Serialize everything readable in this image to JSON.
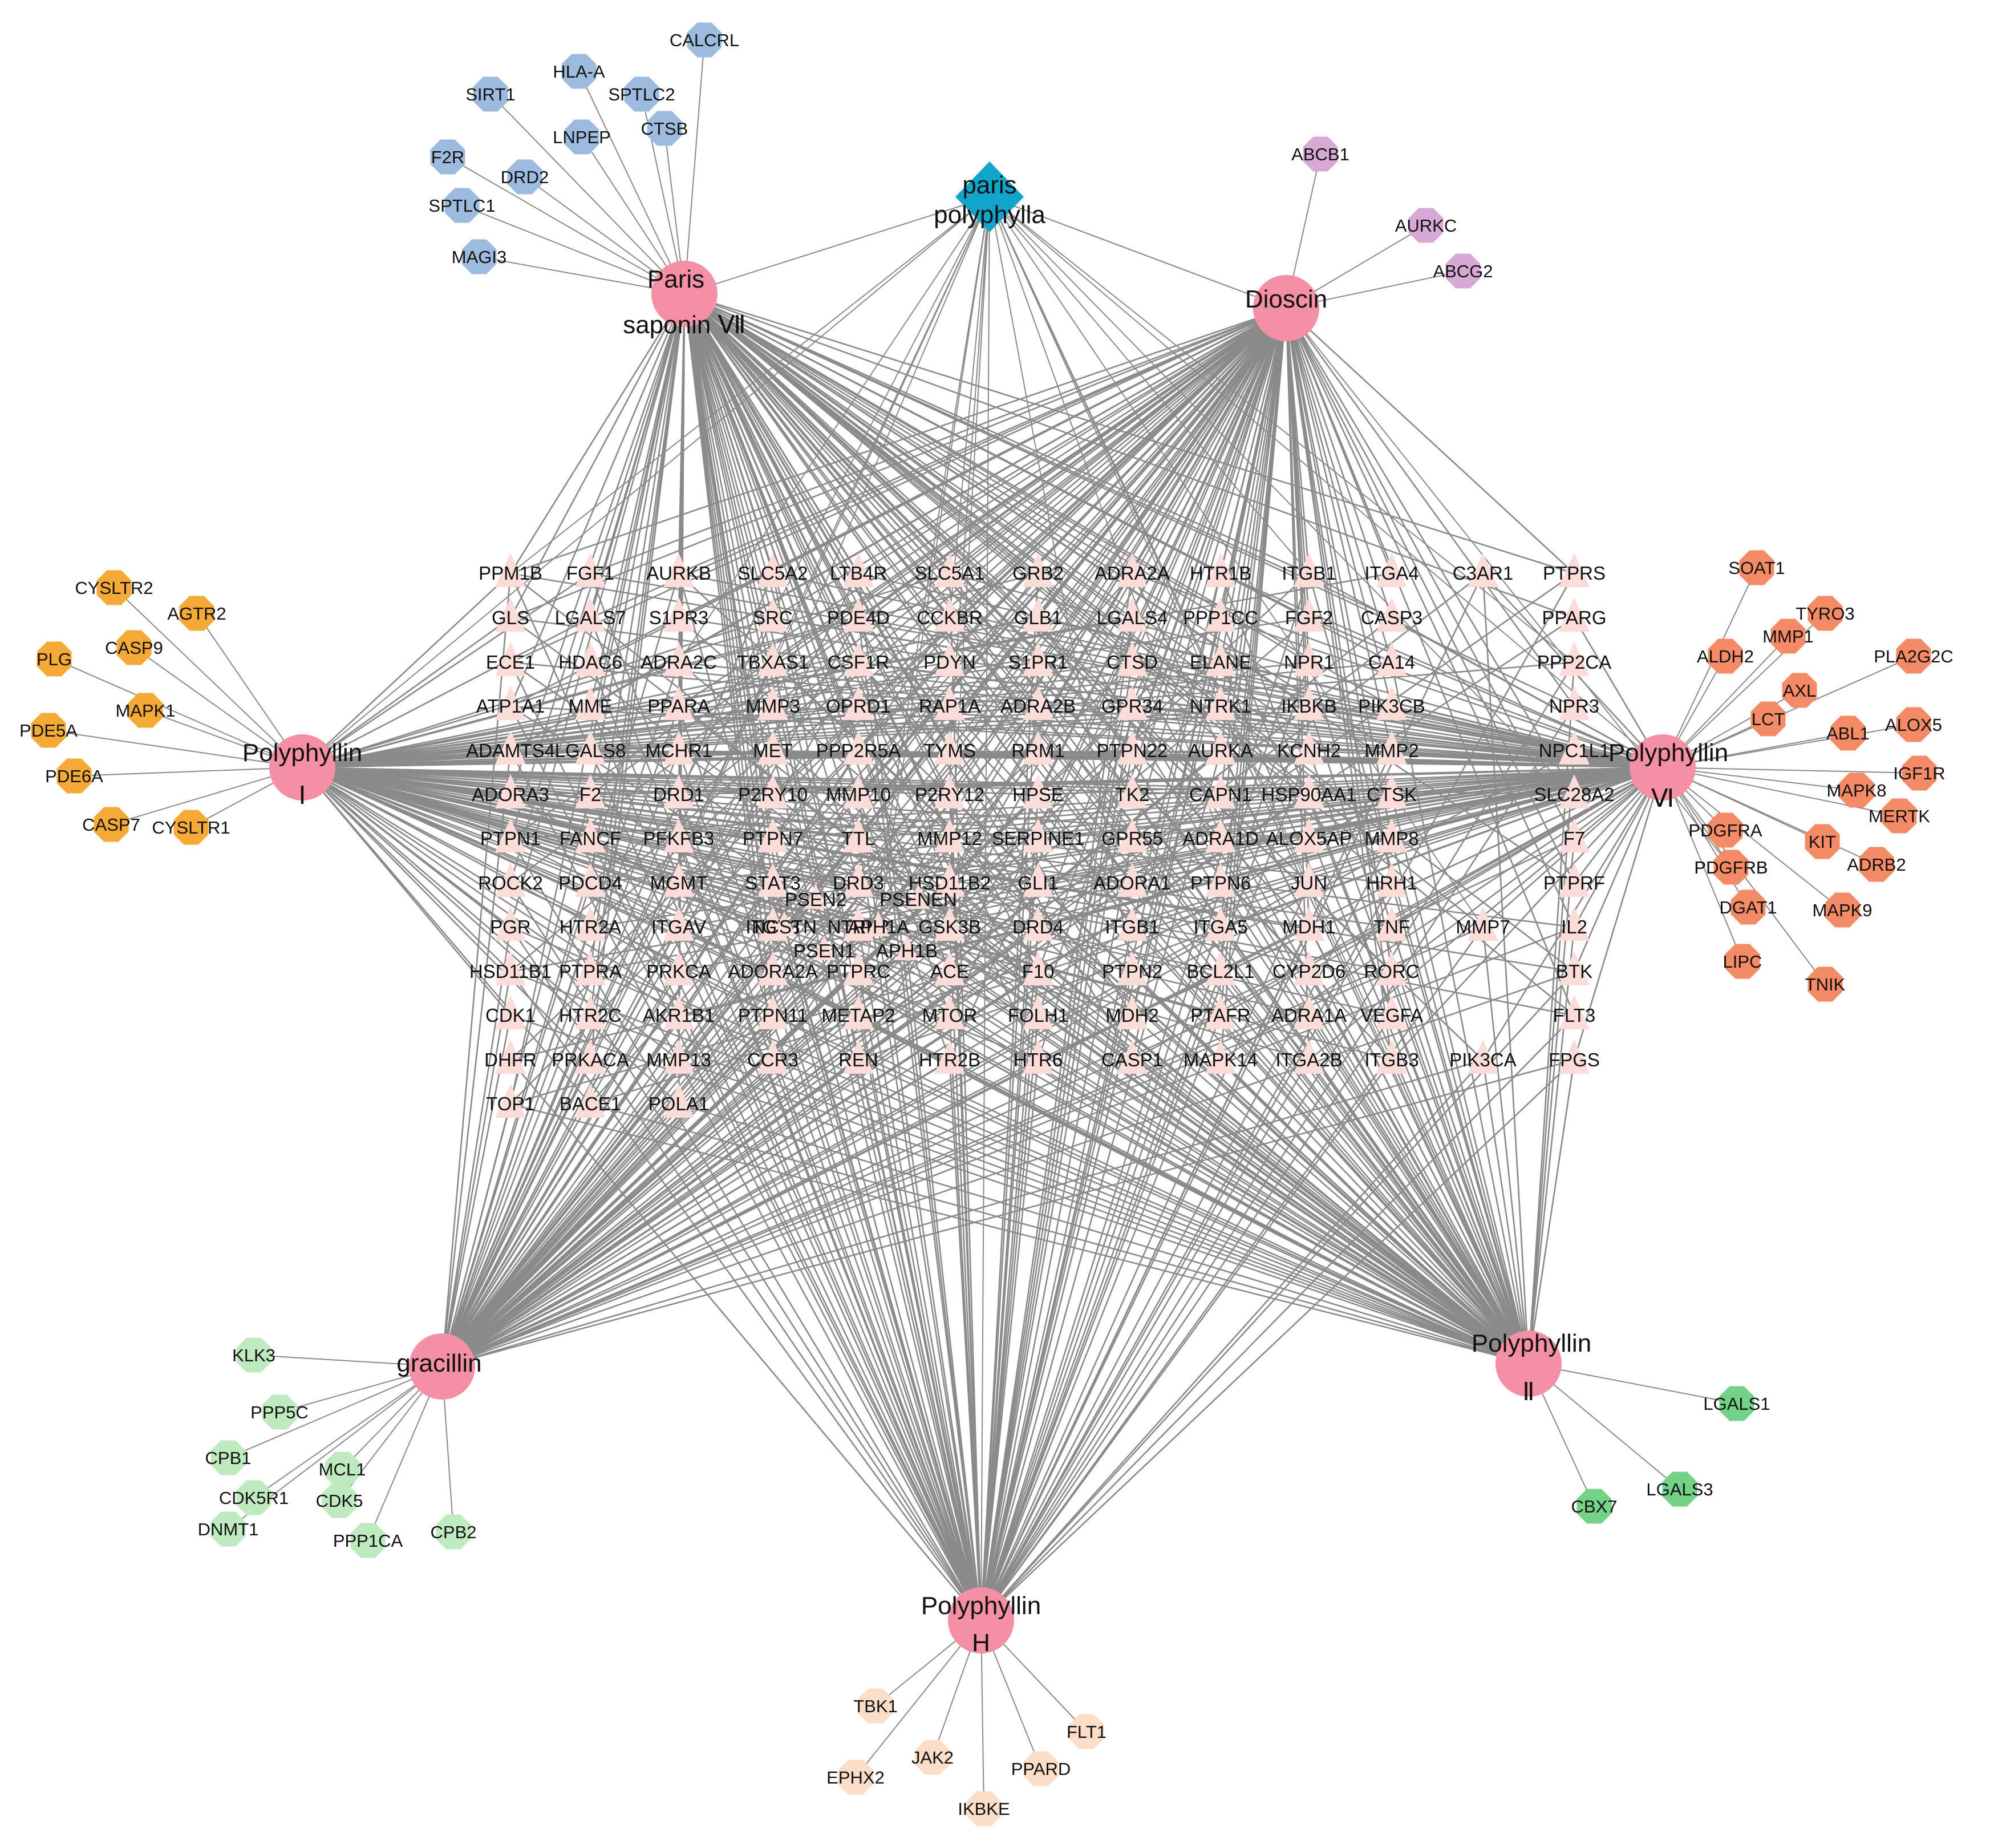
{
  "source": {
    "name": "paris polyphylla",
    "lines": [
      "paris",
      "polyphylla"
    ],
    "color": "#12a5cc"
  },
  "hubs": [
    {
      "id": "pvii",
      "name": "Paris saponin Ⅶ",
      "lines": [
        "Paris",
        "saponin Ⅶ"
      ],
      "color": "#f58fa6"
    },
    {
      "id": "dio",
      "name": "Dioscin",
      "lines": [
        "Dioscin"
      ],
      "color": "#f58fa6"
    },
    {
      "id": "pi",
      "name": "Polyphyllin Ⅰ",
      "lines": [
        "Polyphyllin",
        "Ⅰ"
      ],
      "color": "#f58fa6"
    },
    {
      "id": "pvi",
      "name": "Polyphyllin Ⅵ",
      "lines": [
        "Polyphyllin",
        "Ⅵ"
      ],
      "color": "#f58fa6"
    },
    {
      "id": "gra",
      "name": "gracillin",
      "lines": [
        "gracillin"
      ],
      "color": "#f58fa6"
    },
    {
      "id": "pii",
      "name": "Polyphyllin Ⅱ",
      "lines": [
        "Polyphyllin",
        "Ⅱ"
      ],
      "color": "#f58fa6"
    },
    {
      "id": "ph",
      "name": "Polyphyllin H",
      "lines": [
        "Polyphyllin",
        "H"
      ],
      "color": "#f58fa6"
    }
  ],
  "groups": [
    {
      "hub": "pvii",
      "color": "#9dbbde",
      "nodes": [
        "CALCRL",
        "HLA-A",
        "SIRT1",
        "SPTLC2",
        "LNPEP",
        "CTSB",
        "F2R",
        "DRD2",
        "SPTLC1",
        "MAGI3"
      ]
    },
    {
      "hub": "dio",
      "color": "#d9a9d6",
      "nodes": [
        "ABCB1",
        "PDGFRB",
        "AURKC",
        "ABCG2"
      ]
    },
    {
      "hub": "pi",
      "color": "#f5a936",
      "nodes": [
        "CYSLTR2",
        "AGTR2",
        "CASP9",
        "PLG",
        "MAPK1",
        "PDE5A",
        "PDE6A",
        "CASP7",
        "CYSLTR1"
      ]
    },
    {
      "hub": "pvi",
      "color": "#f58a66",
      "nodes": [
        "SOAT1",
        "MMP1",
        "TYRO3",
        "ALDH2",
        "PLA2G2C",
        "AXL",
        "LCT",
        "ALOX5",
        "ABL1",
        "IGF1R",
        "MAPK8",
        "MERTK",
        "PDGFRA",
        "KIT",
        "PDGFRB",
        "ADRB2",
        "DGAT1",
        "MAPK9",
        "LIPC",
        "TNIK"
      ]
    },
    {
      "hub": "gra",
      "color": "#bfeabf",
      "nodes": [
        "KLK3",
        "PPP5C",
        "CPB1",
        "MCL1",
        "CDK5R1",
        "CDK5",
        "DNMT1",
        "PPP1CA",
        "CPB2"
      ]
    },
    {
      "hub": "pii",
      "color": "#74d288",
      "nodes": [
        "LGALS1",
        "LGALS3",
        "CBX7"
      ]
    },
    {
      "hub": "ph",
      "color": "#fcddc8",
      "nodes": [
        "TBK1",
        "FLT1",
        "JAK2",
        "PPARD",
        "EPHX2",
        "IKBKE"
      ]
    }
  ],
  "shared": {
    "color": "#fbdcd8",
    "rows": [
      [
        "PPM1B",
        "FGF1",
        "AURKB",
        "SLC5A2",
        "LTB4R",
        "SLC5A1",
        "GRB2",
        "ADRA2A",
        "HTR1B",
        "ITGB1",
        "ITGA4",
        "C3AR1",
        "PTPRS"
      ],
      [
        "GLS",
        "LGALS7",
        "S1PR3",
        "SRC",
        "PDE4D",
        "CCKBR",
        "GLB1",
        "LGALS4",
        "PPP1CC",
        "FGF2",
        "CASP3",
        "PPARG"
      ],
      [
        "ECE1",
        "HDAC6",
        "ADRA2C",
        "TBXAS1",
        "CSF1R",
        "PDYN",
        "S1PR1",
        "CTSD",
        "ELANE",
        "NPR1",
        "CA14",
        "PPP2CA"
      ],
      [
        "ATP1A1",
        "MME",
        "PPARA",
        "MMP3",
        "OPRD1",
        "RAP1A",
        "ADRA2B",
        "GPR34",
        "NTRK1",
        "IKBKB",
        "PIK3CB",
        "NPR3"
      ],
      [
        "ADAMTS4",
        "LGALS8",
        "MCHR1",
        "MET",
        "PPP2R5A",
        "TYMS",
        "RRM1",
        "PTPN22",
        "AURKA",
        "KCNH2",
        "MMP2",
        "NPC1L1"
      ],
      [
        "ADORA3",
        "F2",
        "DRD1",
        "P2RY10",
        "MMP10",
        "P2RY12",
        "HPSE",
        "TK2",
        "CAPN1",
        "HSP90AA1",
        "CTSK",
        "SLC28A2"
      ],
      [
        "PTPN1",
        "FANCF",
        "PFKFB3",
        "PTPN7",
        "TTL",
        "MMP12",
        "SERPINE1",
        "GPR55",
        "ADRA1D",
        "ALOX5AP",
        "MMP8",
        "F7"
      ],
      [
        "ROCK2",
        "PDCD4",
        "MGMT",
        "STAT3",
        "DRD3",
        "HSD11B2",
        "GLI1",
        "ADORA1",
        "PTPN6",
        "JUN",
        "HRH1",
        "PTPRF"
      ],
      [
        "PGR",
        "HTR2A",
        "ITGAV",
        "ITGB3",
        "NTRK2",
        "GSK3B",
        "DRD4",
        "ITGB1",
        "ITGA5",
        "MDH1",
        "TNF",
        "MMP7",
        "IL2"
      ],
      [
        "HSD11B1",
        "PTPRA",
        "PRKCA",
        "ADORA2A",
        "PTPRC",
        "ACE",
        "F10",
        "PTPN2",
        "BCL2L1",
        "CYP2D6",
        "RORC",
        "BTK"
      ],
      [
        "CDK1",
        "HTR2C",
        "AKR1B1",
        "PTPN11",
        "METAP2",
        "MTOR",
        "FOLH1",
        "MDH2",
        "PTAFR",
        "ADRA1A",
        "VEGFA",
        "FLT3"
      ],
      [
        "DHFR",
        "PRKACA",
        "MMP13",
        "CCR3",
        "REN",
        "HTR2B",
        "HTR6",
        "CASP1",
        "MAPK14",
        "ITGA2B",
        "ITGB3",
        "PIK3CA",
        "FPGS"
      ],
      [
        "TOP1",
        "BACE1",
        "POLA1"
      ]
    ],
    "cluster": [
      "PSEN2",
      "PSENEN",
      "NCSTN",
      "APH1A",
      "PSEN1",
      "APH1B"
    ]
  }
}
